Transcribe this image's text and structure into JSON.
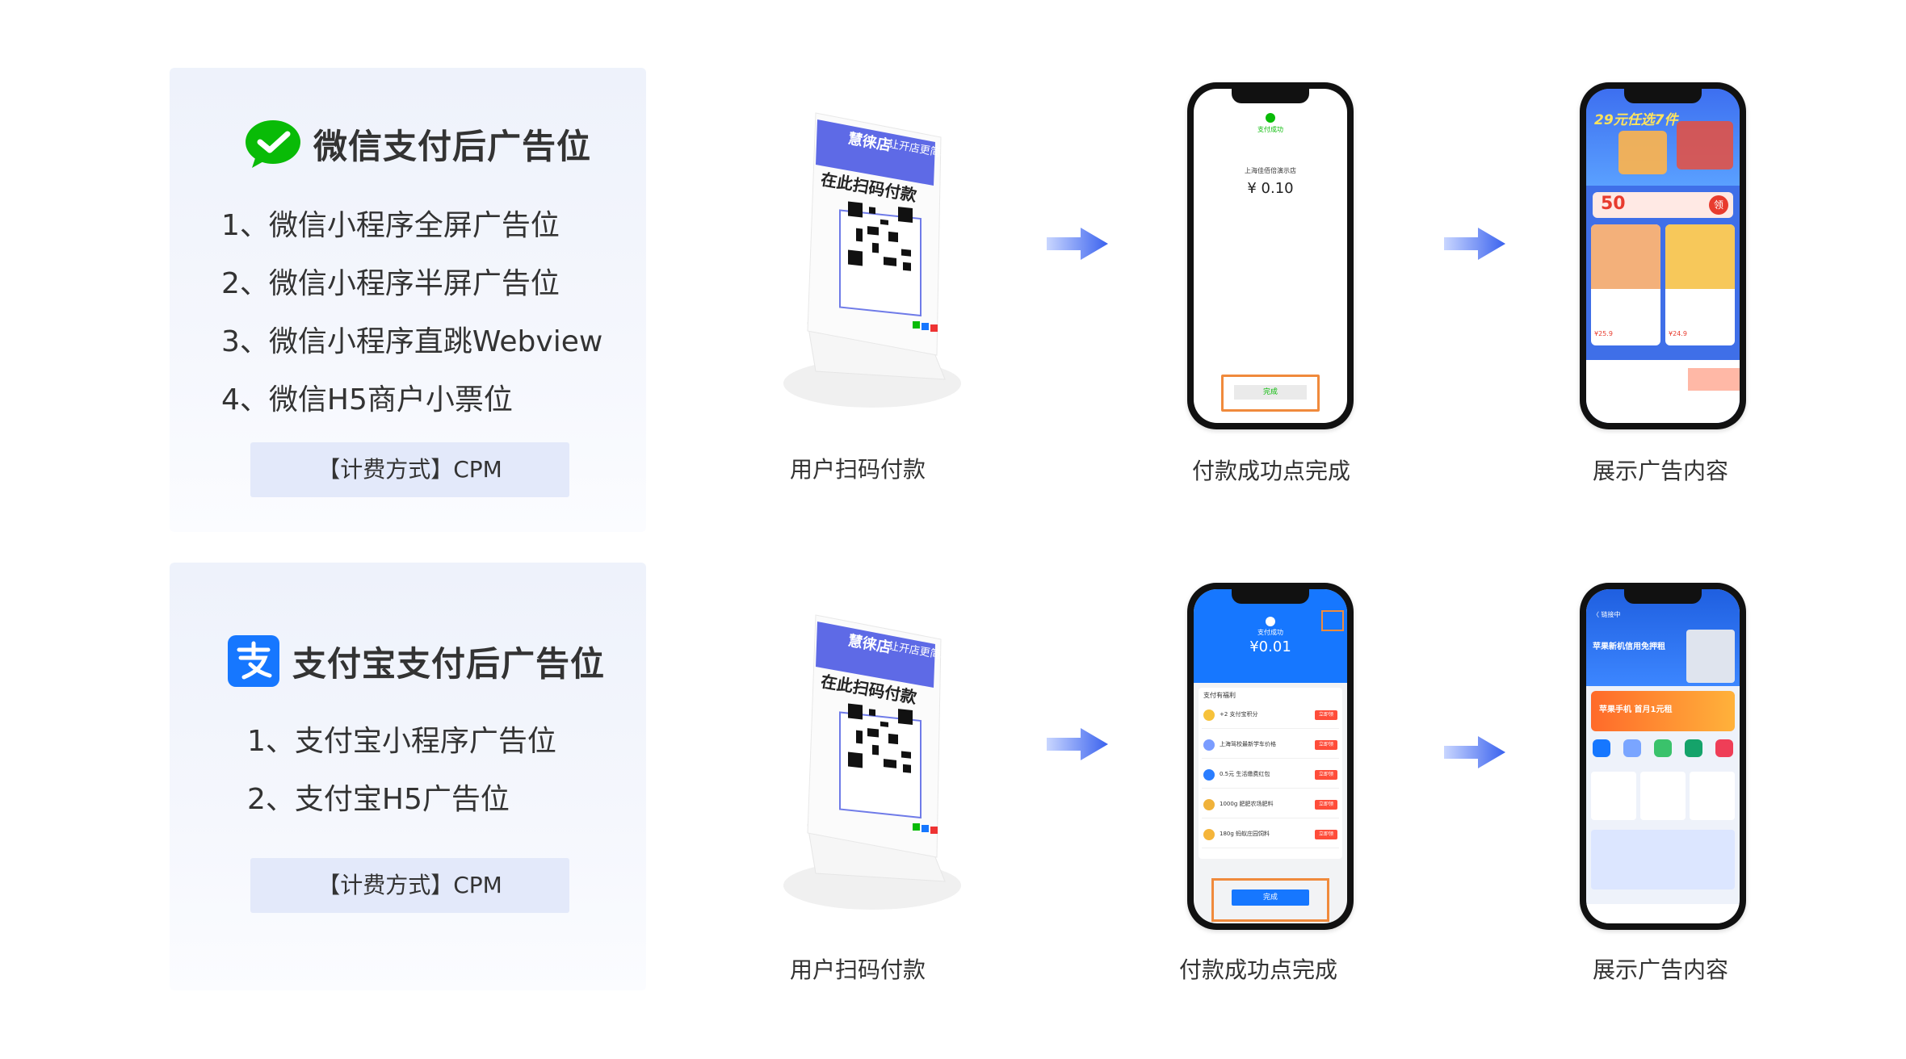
{
  "wechat": {
    "title": "微信支付后广告位",
    "items": [
      "1、微信小程序全屏广告位",
      "2、微信小程序半屏广告位",
      "3、微信小程序直跳Webview",
      "4、微信H5商户小票位"
    ],
    "fee": "【计费方式】CPM",
    "steps": [
      "用户扫码付款",
      "付款成功点完成",
      "展示广告内容"
    ],
    "pay_screen": {
      "status": "支付成功",
      "merchant": "上海佳佰倍演示店",
      "amount": "¥ 0.10",
      "done": "完成"
    },
    "ad_screen": {
      "banner": "29元任选7件",
      "coupon": "50",
      "coupon_btn": "领",
      "price1": "¥25.9",
      "price2": "¥24.9"
    }
  },
  "alipay": {
    "title": "支付宝支付后广告位",
    "items": [
      "1、支付宝小程序广告位",
      "2、支付宝H5广告位"
    ],
    "fee": "【计费方式】CPM",
    "steps": [
      "用户扫码付款",
      "付款成功点完成",
      "展示广告内容"
    ],
    "pay_screen": {
      "status": "支付成功",
      "amount": "¥0.01",
      "benefit_title": "支付有福利",
      "rows": [
        "+2 支付宝积分",
        "上海驾校最新学车价格",
        "0.5元 生活缴费红包",
        "1000g 肥肥农场肥料",
        "180g 蚂蚁庄园饲料"
      ],
      "row_btn": "立即领",
      "done": "完成"
    },
    "ad_screen": {
      "nav": "〈 链接中",
      "banner": "苹果新机信用免押租",
      "promo": "苹果手机 首月1元租"
    }
  },
  "stand": {
    "brand": "慧徕店",
    "slogan": "让开店更简单",
    "scan_text": "在此扫码付款"
  },
  "colors": {
    "wechat_green": "#09bb07",
    "alipay_blue": "#1677ff",
    "panel_bg": "#eef2fb",
    "fee_bg": "#e3e9fa",
    "highlight": "#f08a3c"
  }
}
